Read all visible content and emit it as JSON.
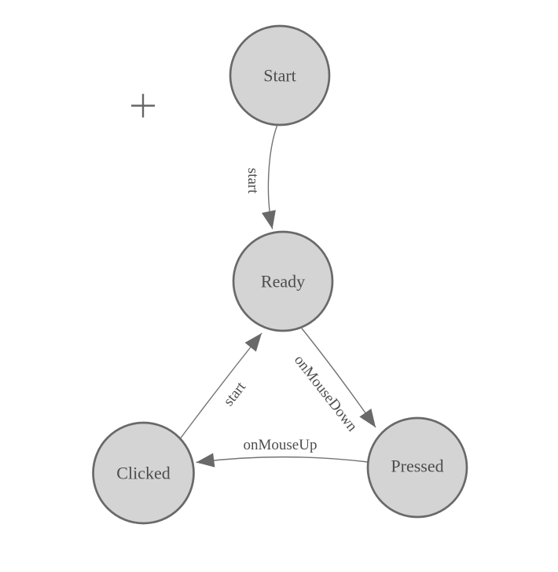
{
  "colors": {
    "background": "#ffffff",
    "node_fill": "#d4d4d4",
    "node_stroke": "#696969",
    "node_text": "#4d4d4d",
    "edge_stroke": "#737373",
    "edge_text": "#4d4d4d",
    "arrow_fill": "#696969",
    "crosshair": "#666666"
  },
  "icons": {
    "arrowhead": "filled-triangle",
    "crosshair": "plus-cross"
  },
  "diagram": {
    "kind": "state-machine",
    "nodes": [
      {
        "id": "start",
        "label": "Start"
      },
      {
        "id": "ready",
        "label": "Ready"
      },
      {
        "id": "clicked",
        "label": "Clicked"
      },
      {
        "id": "pressed",
        "label": "Pressed"
      }
    ],
    "edges": [
      {
        "from": "start",
        "to": "ready",
        "label": "start"
      },
      {
        "from": "clicked",
        "to": "ready",
        "label": "start"
      },
      {
        "from": "ready",
        "to": "pressed",
        "label": "onMouseDown"
      },
      {
        "from": "pressed",
        "to": "clicked",
        "label": "onMouseUp"
      }
    ]
  }
}
